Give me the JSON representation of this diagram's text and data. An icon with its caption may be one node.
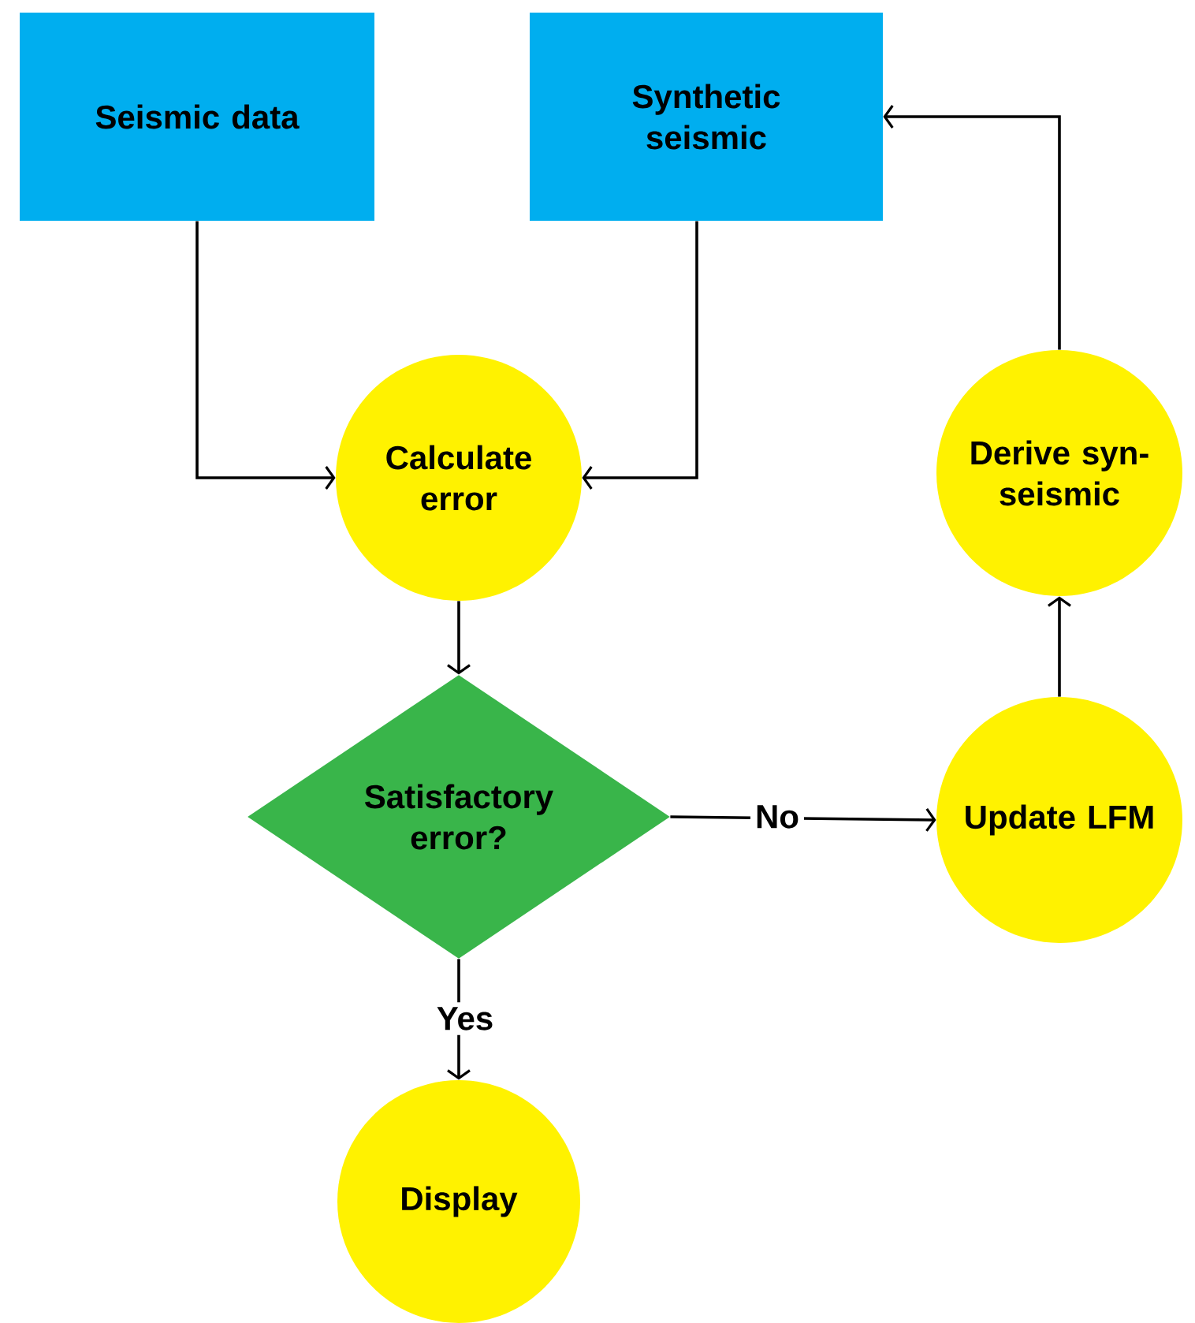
{
  "diagram": {
    "nodes": [
      {
        "text": [
          "Seismic data"
        ]
      },
      {
        "text": [
          "Synthetic seismic"
        ]
      },
      {
        "text": [
          "Calculate error"
        ]
      },
      {
        "text": [
          "Satisfactory error?"
        ]
      },
      {
        "text": [
          "Update LFM"
        ]
      },
      {
        "text": [
          "Derive syn-seismic"
        ]
      },
      {
        "text": [
          "Display"
        ]
      }
    ],
    "edges": [
      {
        "from": 0,
        "to": 2,
        "arrow": "to"
      },
      {
        "from": 1,
        "to": 2,
        "arrow": "to"
      },
      {
        "from": 2,
        "to": 3,
        "arrow": "to"
      },
      {
        "from": 3,
        "to": 4,
        "arrow": "to",
        "label": "No"
      },
      {
        "from": 3,
        "to": 6,
        "arrow": "to",
        "label": "Yes"
      },
      {
        "from": 4,
        "to": 5,
        "arrow": "to"
      },
      {
        "from": 5,
        "to": 1,
        "arrow": "to"
      }
    ]
  }
}
